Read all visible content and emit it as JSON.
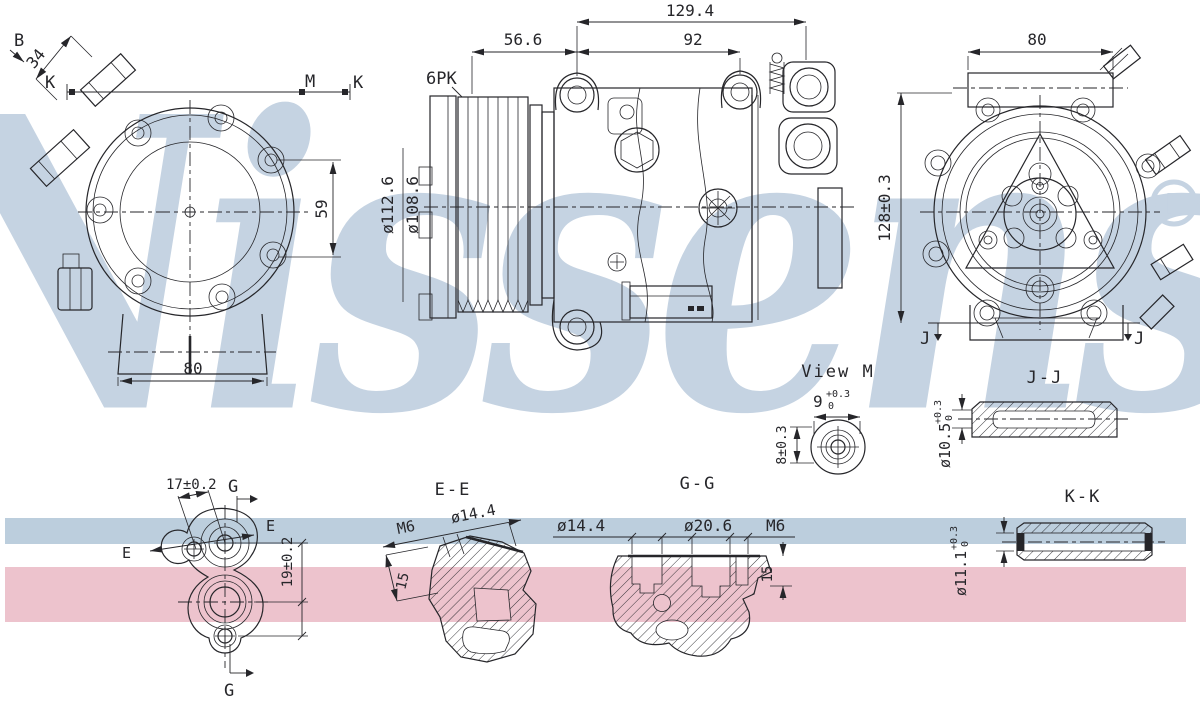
{
  "watermark": {
    "text": "Nissens",
    "registered": "R"
  },
  "colors": {
    "band_blue": "#bccedd",
    "band_pink": "#edc3cd",
    "watermark": "#c5d3e2",
    "line": "#26262a"
  },
  "labels": {
    "front": {
      "b": "B",
      "dim34": "34",
      "k_left": "K",
      "m": "M",
      "k_right": "K",
      "dim59": "59",
      "dim80": "80"
    },
    "side": {
      "belt": "6PK",
      "dim56": "56.6",
      "dim92": "92",
      "dim129": "129.4",
      "dia112": "ø112.6",
      "dia108": "ø108.6"
    },
    "rear": {
      "dim80": "80",
      "dim128": "128±0.3",
      "j_left": "J",
      "j_right": "J"
    },
    "view_m": {
      "title": "View M",
      "dim9": "9",
      "tol_plus": "+0.3",
      "tol_zero": "0",
      "dim8": "8±0.3"
    },
    "jj": {
      "title": "J-J",
      "dia": "ø10.5",
      "tol_plus": "+0.3",
      "tol_zero": "0"
    },
    "kk": {
      "title": "K-K",
      "dia": "ø11.1",
      "tol_plus": "+0.3",
      "tol_zero": "0"
    },
    "ee": {
      "title": "E-E",
      "m6": "M6",
      "dia144": "ø14.4",
      "dim15": "15"
    },
    "gg": {
      "title": "G-G",
      "dia144": "ø14.4",
      "dia206": "ø20.6",
      "m6": "M6",
      "dim15": "15"
    },
    "bracket": {
      "dim17": "17±0.2",
      "g_top": "G",
      "g_bottom": "G",
      "e_left": "E",
      "e_right": "E",
      "dim19": "19±0.2"
    }
  }
}
